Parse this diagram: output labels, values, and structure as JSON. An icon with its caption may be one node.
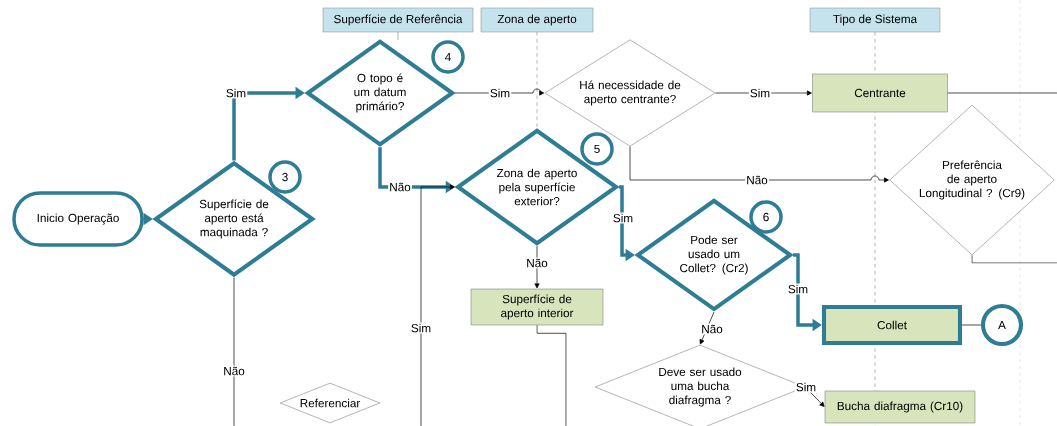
{
  "diagram": {
    "nodes": [
      {
        "text": [
          "Superfície de Referência"
        ]
      },
      {
        "text": [
          "Zona de aperto"
        ]
      },
      {
        "text": [
          "Tipo de Sistema"
        ]
      },
      {
        "text": [
          "Inicio Operação"
        ]
      },
      {
        "text": [
          "Superfície de aperto está maquinada ?"
        ]
      },
      {
        "text": [
          "3"
        ]
      },
      {
        "text": [
          "O topo é um datum primário?"
        ]
      },
      {
        "text": [
          "4"
        ]
      },
      {
        "text": [
          "Há necessidade de aperto centrante?"
        ]
      },
      {
        "text": [
          "Centrante"
        ]
      },
      {
        "text": [
          "Zona de aperto pela superfície exterior?"
        ]
      },
      {
        "text": [
          "5"
        ]
      },
      {
        "text": [
          "Preferência de aperto Longitudinal ? (Cr9)"
        ]
      },
      {
        "text": [
          "Superfície de aperto interior"
        ]
      },
      {
        "text": [
          "Pode ser usado um Collet? (Cr2)"
        ]
      },
      {
        "text": [
          "6"
        ]
      },
      {
        "text": [
          "Collet"
        ]
      },
      {
        "text": [
          "A"
        ]
      },
      {
        "text": [
          "Deve ser usado uma bucha diafragma ?"
        ]
      },
      {
        "text": [
          "Bucha diafragma (Cr10)"
        ]
      },
      {
        "text": [
          "Referenciar"
        ]
      }
    ],
    "edges": [
      {
        "from": 3,
        "to": 4,
        "arrow": "to",
        "style": "thick",
        "color": "#2e7d94"
      },
      {
        "from": 4,
        "to": 6,
        "arrow": "to",
        "label": "Sim",
        "style": "thick",
        "color": "#2e7d94"
      },
      {
        "from": 4,
        "to": null,
        "arrow": "none",
        "label": "Não"
      },
      {
        "from": 6,
        "to": 10,
        "arrow": "to",
        "label": "Não",
        "style": "thick",
        "color": "#2e7d94"
      },
      {
        "from": null,
        "to": 10,
        "arrow": "to",
        "label": "Sim"
      },
      {
        "from": 6,
        "to": 8,
        "arrow": "to",
        "label": "Sim"
      },
      {
        "from": 8,
        "to": 9,
        "arrow": "to",
        "label": "Sim"
      },
      {
        "from": 9,
        "to": null,
        "arrow": "none"
      },
      {
        "from": 8,
        "to": 12,
        "arrow": "to",
        "label": "Não"
      },
      {
        "from": 12,
        "to": null,
        "arrow": "none"
      },
      {
        "from": 10,
        "to": 14,
        "arrow": "to",
        "label": "Sim",
        "style": "thick",
        "color": "#2e7d94"
      },
      {
        "from": 10,
        "to": 13,
        "arrow": "to",
        "label": "Não"
      },
      {
        "from": 13,
        "to": null,
        "arrow": "none"
      },
      {
        "from": 14,
        "to": 16,
        "arrow": "to",
        "label": "Sim",
        "style": "thick",
        "color": "#2e7d94"
      },
      {
        "from": 14,
        "to": 18,
        "arrow": "to",
        "label": "Não"
      },
      {
        "from": 16,
        "to": 17,
        "arrow": "none"
      },
      {
        "from": 18,
        "to": 19,
        "arrow": "to",
        "label": "Sim"
      }
    ]
  }
}
